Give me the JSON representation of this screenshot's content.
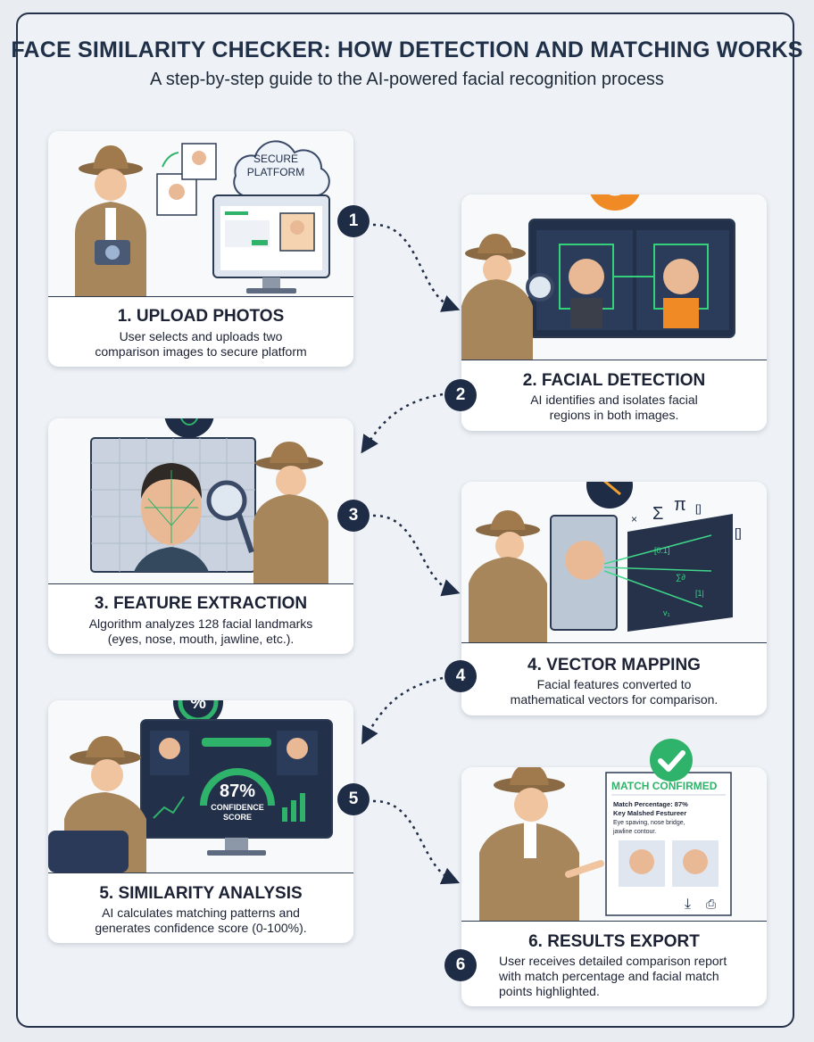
{
  "header": {
    "title": "FACE SIMILARITY CHECKER: HOW DETECTION AND MATCHING WORKS",
    "subtitle": "A step-by-step guide to the AI-powered facial recognition process"
  },
  "steps": [
    {
      "number": "1",
      "title": "1. UPLOAD PHOTOS",
      "desc_lines": [
        "User selects and uploads two",
        "comparison images to secure platform"
      ],
      "art_label_1": "SECURE",
      "art_label_2": "PLATFORM"
    },
    {
      "number": "2",
      "title": "2. FACIAL DETECTION",
      "desc_lines": [
        "AI identifies and isolates facial",
        "regions in both images."
      ]
    },
    {
      "number": "3",
      "title": "3. FEATURE EXTRACTION",
      "desc_lines": [
        "Algorithm analyzes 128 facial landmarks",
        "(eyes, nose, mouth, jawline, etc.)."
      ]
    },
    {
      "number": "4",
      "title": "4. VECTOR MAPPING",
      "desc_lines": [
        "Facial features converted to",
        "mathematical vectors for comparison."
      ]
    },
    {
      "number": "5",
      "title": "5. SIMILARITY ANALYSIS",
      "desc_lines": [
        "AI calculates matching patterns and",
        "generates confidence score (0-100%)."
      ],
      "score": "87%",
      "score_label_1": "CONFIDENCE",
      "score_label_2": "SCORE",
      "percent_symbol": "%"
    },
    {
      "number": "6",
      "title": "6. RESULTS EXPORT",
      "desc_lines": [
        "User receives detailed comparison report",
        "with match percentage and facial match",
        "points highlighted."
      ],
      "report_title": "MATCH CONFIRMED",
      "report_line_1": "Match Percentage: 87%",
      "report_line_2": "Key Malshed Festureer",
      "report_line_3": "Eye spaving, nose bridge,",
      "report_line_4": "jawline contour."
    }
  ],
  "colors": {
    "navy": "#1e2c46",
    "accent_green": "#2fb36a",
    "accent_orange": "#f08a24",
    "coat": "#a8865c"
  }
}
